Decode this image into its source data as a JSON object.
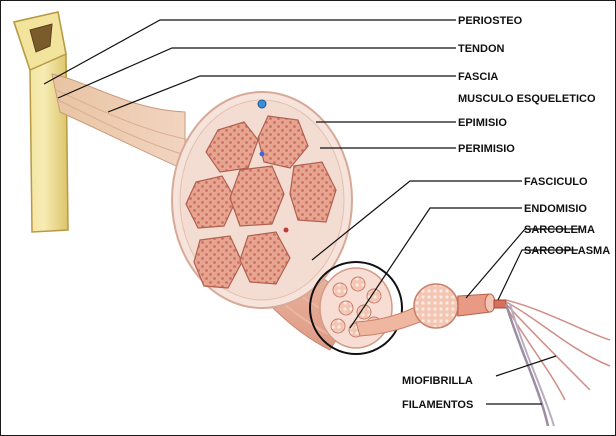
{
  "diagram": {
    "labels": {
      "periosteo": "PERIOSTEO",
      "tendon": "TENDON",
      "fascia": "FASCIA",
      "musculo": "MUSCULO ESQUELETICO",
      "epimisio": "EPIMISIO",
      "perimisio": "PERIMISIO",
      "fasciculo": "FASCICULO",
      "endomisio": "ENDOMISIO",
      "sarcolema": "SARCOLEMA",
      "sarcoplasma": "SARCOPLASMA",
      "miofibrilla": "MIOFIBRILLA",
      "filamentos": "FILAMENTOS"
    }
  }
}
